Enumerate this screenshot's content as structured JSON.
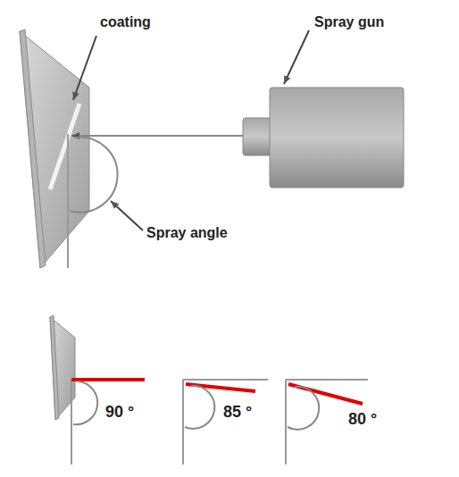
{
  "diagram": {
    "labels": [
      "coating",
      "Spray gun",
      "Spray angle",
      "90 °",
      "85 °",
      "80 °"
    ]
  }
}
